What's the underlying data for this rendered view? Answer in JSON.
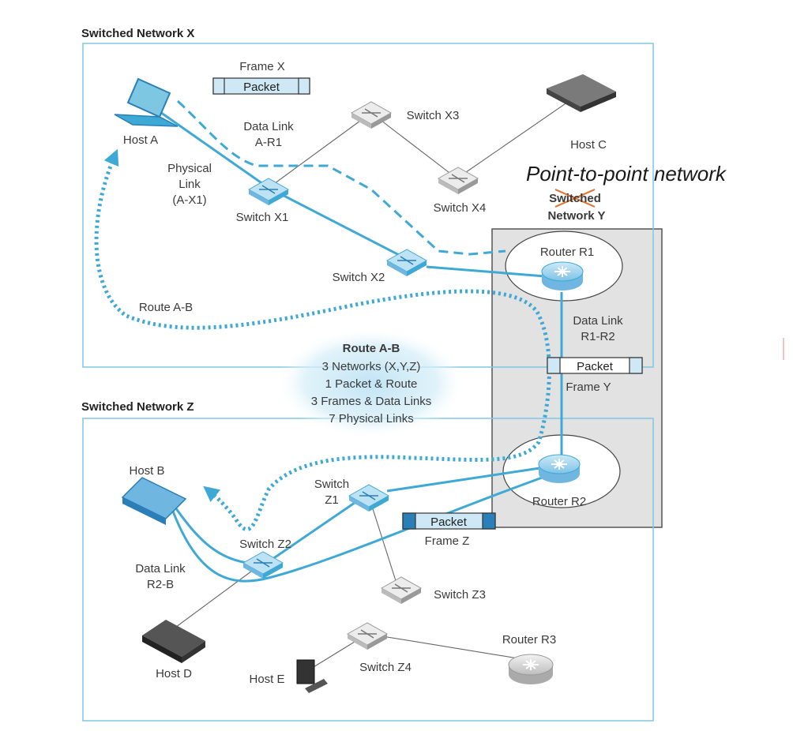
{
  "networks": {
    "x_title": "Switched Network X",
    "z_title": "Switched Network Z",
    "y_title_line1": "Switched",
    "y_title_line2": "Network Y",
    "y_replacement": "Point-to-point network"
  },
  "hosts": {
    "a": "Host A",
    "b": "Host B",
    "c": "Host C",
    "d": "Host D",
    "e": "Host E"
  },
  "switches": {
    "x1": "Switch X1",
    "x2": "Switch X2",
    "x3": "Switch X3",
    "x4": "Switch X4",
    "z1_line1": "Switch",
    "z1_line2": "Z1",
    "z2": "Switch Z2",
    "z3": "Switch Z3",
    "z4": "Switch Z4"
  },
  "routers": {
    "r1": "Router R1",
    "r2": "Router R2",
    "r3": "Router R3"
  },
  "links": {
    "physical_line1": "Physical",
    "physical_line2": "Link",
    "physical_line3": "(A-X1)",
    "dl_ar1_line1": "Data Link",
    "dl_ar1_line2": "A-R1",
    "dl_r1r2_line1": "Data Link",
    "dl_r1r2_line2": "R1-R2",
    "dl_r2b_line1": "Data Link",
    "dl_r2b_line2": "R2-B",
    "route_ab": "Route A-B"
  },
  "frames": {
    "x_label": "Frame X",
    "y_label": "Frame Y",
    "z_label": "Frame Z",
    "packet": "Packet"
  },
  "summary": {
    "title": "Route A-B",
    "line1": "3 Networks (X,Y,Z)",
    "line2": "1 Packet & Route",
    "line3": "3 Frames & Data Links",
    "line4": "7 Physical Links"
  },
  "colors": {
    "link_blue": "#3fa9d6",
    "packet_fill": "#cfe8f5",
    "frame_dark": "#2a7fb8",
    "network_border": "#7ec7e3",
    "router_body": "#a9d7ef",
    "strike": "#e07a3a"
  }
}
